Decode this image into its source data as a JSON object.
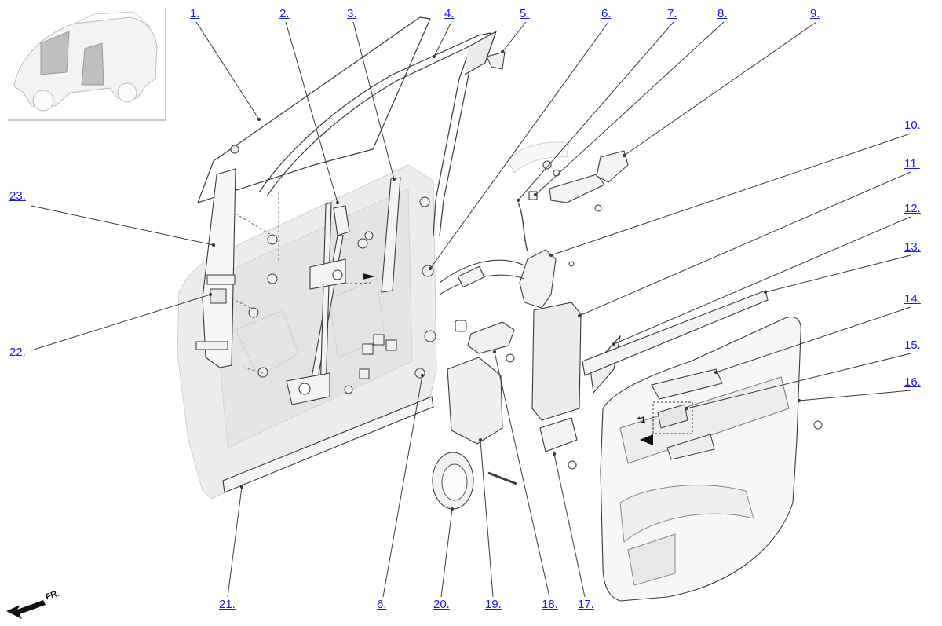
{
  "diagram": {
    "callouts": [
      {
        "id": "c1",
        "label": "1."
      },
      {
        "id": "c2",
        "label": "2."
      },
      {
        "id": "c3",
        "label": "3."
      },
      {
        "id": "c4",
        "label": "4."
      },
      {
        "id": "c5",
        "label": "5."
      },
      {
        "id": "c6top",
        "label": "6."
      },
      {
        "id": "c7",
        "label": "7."
      },
      {
        "id": "c8",
        "label": "8."
      },
      {
        "id": "c9",
        "label": "9."
      },
      {
        "id": "c10",
        "label": "10."
      },
      {
        "id": "c11",
        "label": "11."
      },
      {
        "id": "c12",
        "label": "12."
      },
      {
        "id": "c13",
        "label": "13."
      },
      {
        "id": "c14",
        "label": "14."
      },
      {
        "id": "c15",
        "label": "15."
      },
      {
        "id": "c16",
        "label": "16."
      },
      {
        "id": "c17",
        "label": "17."
      },
      {
        "id": "c18",
        "label": "18."
      },
      {
        "id": "c19",
        "label": "19."
      },
      {
        "id": "c20",
        "label": "20."
      },
      {
        "id": "c21",
        "label": "21."
      },
      {
        "id": "c6bot",
        "label": "6."
      },
      {
        "id": "c22",
        "label": "22."
      },
      {
        "id": "c23",
        "label": "23."
      }
    ],
    "direction_label": "FR.",
    "note_label": "*1",
    "colors": {
      "link": "#1a1aee",
      "line": "#3a3a3a",
      "part_fill": "#f4f4f4",
      "panel_fill": "#ececec",
      "ghost": "#e2e2e2"
    }
  }
}
